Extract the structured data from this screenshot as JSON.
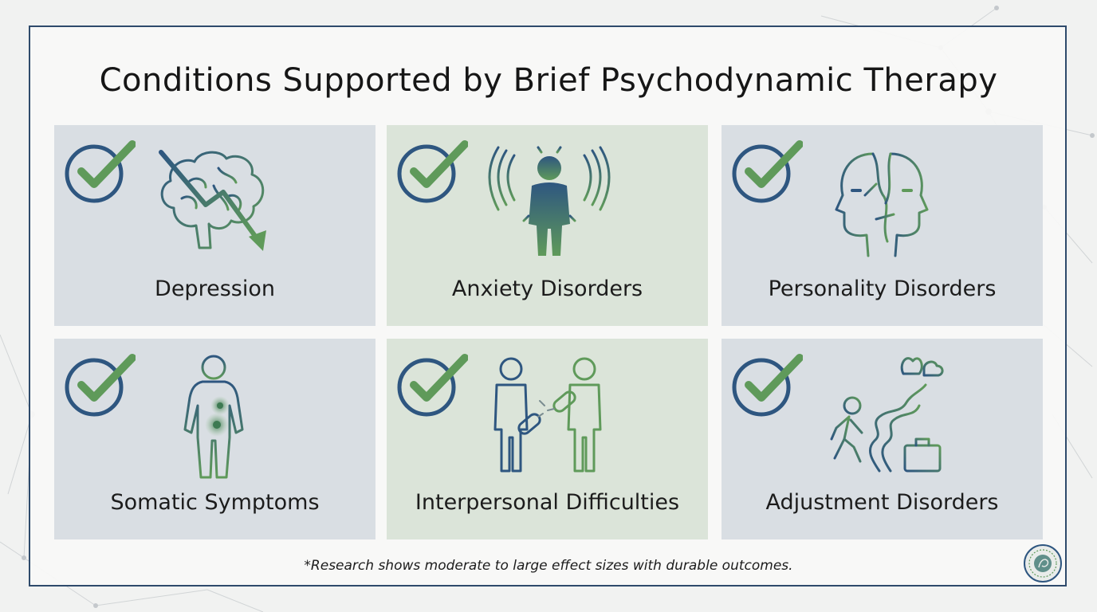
{
  "title": "Conditions Supported by Brief Psychodynamic Therapy",
  "conditions": [
    {
      "label": "Depression",
      "icon": "brain-declining-arrow-icon",
      "tone": "blue"
    },
    {
      "label": "Anxiety Disorders",
      "icon": "anxious-person-icon",
      "tone": "green"
    },
    {
      "label": "Personality Disorders",
      "icon": "fractured-faces-icon",
      "tone": "blue"
    },
    {
      "label": "Somatic Symptoms",
      "icon": "body-pain-points-icon",
      "tone": "blue"
    },
    {
      "label": "Interpersonal Difficulties",
      "icon": "broken-chain-people-icon",
      "tone": "green"
    },
    {
      "label": "Adjustment Disorders",
      "icon": "walking-path-suitcase-icon",
      "tone": "blue"
    }
  ],
  "footnote": "*Research shows moderate to large effect sizes with durable outcomes.",
  "colors": {
    "frame": "#2e4a6b",
    "check_ring": "#2e5680",
    "check_mark": "#5f9a5a",
    "card_blue": "#d9dee3",
    "card_green": "#dbe4d9"
  }
}
